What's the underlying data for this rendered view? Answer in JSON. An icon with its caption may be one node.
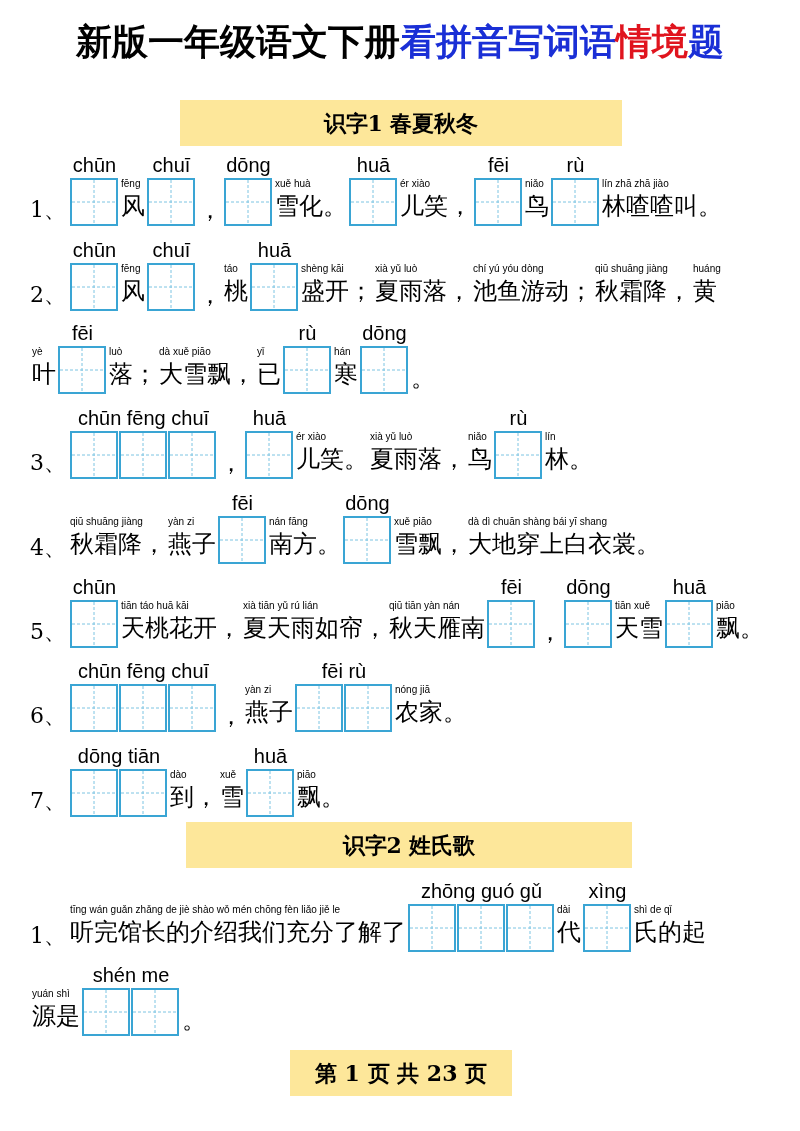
{
  "diagram": {
    "title": "新版一年级语文下册看拼音写词语情境题",
    "nodes": [
      {
        "text": [
          "识字1 春夏秋冬"
        ]
      },
      {
        "text": [
          "识字2 姓氏歌"
        ]
      },
      {
        "text": [
          "第 1 页 共 23 页"
        ]
      }
    ],
    "labels": [
      "1、",
      "chūn",
      "fēng",
      "风",
      "chuī",
      "，",
      "dōng",
      "xuě huà",
      "雪化。",
      "huā",
      "ér xiào",
      "儿笑，",
      "fēi",
      "niǎo",
      "鸟",
      "rù",
      "lín zhā zhā jiào",
      "林喳喳叫。",
      "2、",
      "chūn",
      "fēng",
      "风",
      "chuī",
      "，",
      "táo",
      "桃",
      "huā",
      "shèng kāi",
      "盛开；",
      "xià yǔ luò",
      "夏雨落，",
      "chí yú yóu dòng",
      "池鱼游动；",
      "qiū shuāng jiàng",
      "秋霜降，",
      "huáng",
      "黄",
      "yè",
      "叶",
      "fēi",
      "luò",
      "落；",
      "dà xuě piāo",
      "大雪飘，",
      "yǐ",
      "已",
      "rù",
      "hán",
      "寒",
      "dōng",
      "。",
      "3、",
      "chūn fēng chuī",
      "，",
      "huā",
      "ér xiào",
      "儿笑。",
      "xià yǔ luò",
      "夏雨落，",
      "niǎo",
      "鸟",
      "rù",
      "lín",
      "林。",
      "4、",
      "qiū shuāng jiàng",
      "秋霜降，",
      "yàn zi",
      "燕子",
      "fēi",
      "nán fāng",
      "南方。",
      "dōng",
      "xuě piāo",
      "雪飘，",
      "dà dì chuān shàng bái yī shang",
      "大地穿上白衣裳。",
      "5、",
      "chūn",
      "tiān táo huā kāi",
      "天桃花开，",
      "xià tiān yǔ rú lián",
      "夏天雨如帘，",
      "qiū tiān yàn nán",
      "秋天雁南",
      "fēi",
      "，",
      "dōng",
      "tiān xuě",
      "天雪",
      "huā",
      "piāo",
      "飘。",
      "6、",
      "chūn fēng chuī",
      "，",
      "yàn zi",
      "燕子",
      "fēi rù",
      "nóng jiā",
      "农家。",
      "7、",
      "dōng tiān",
      "dào",
      "到，",
      "xuě",
      "雪",
      "huā",
      "piāo",
      "飘。",
      "1、",
      "tīng wán guǎn zhǎng de jiè shào wǒ mén chōng fèn liǎo jiě le",
      "听完馆长的介绍我们充分了解了",
      "zhōng guó gǔ",
      "dài",
      "代",
      "xìng",
      "shì de qǐ",
      "氏的起",
      "yuán shì",
      "源是",
      "shén me",
      "。"
    ]
  }
}
